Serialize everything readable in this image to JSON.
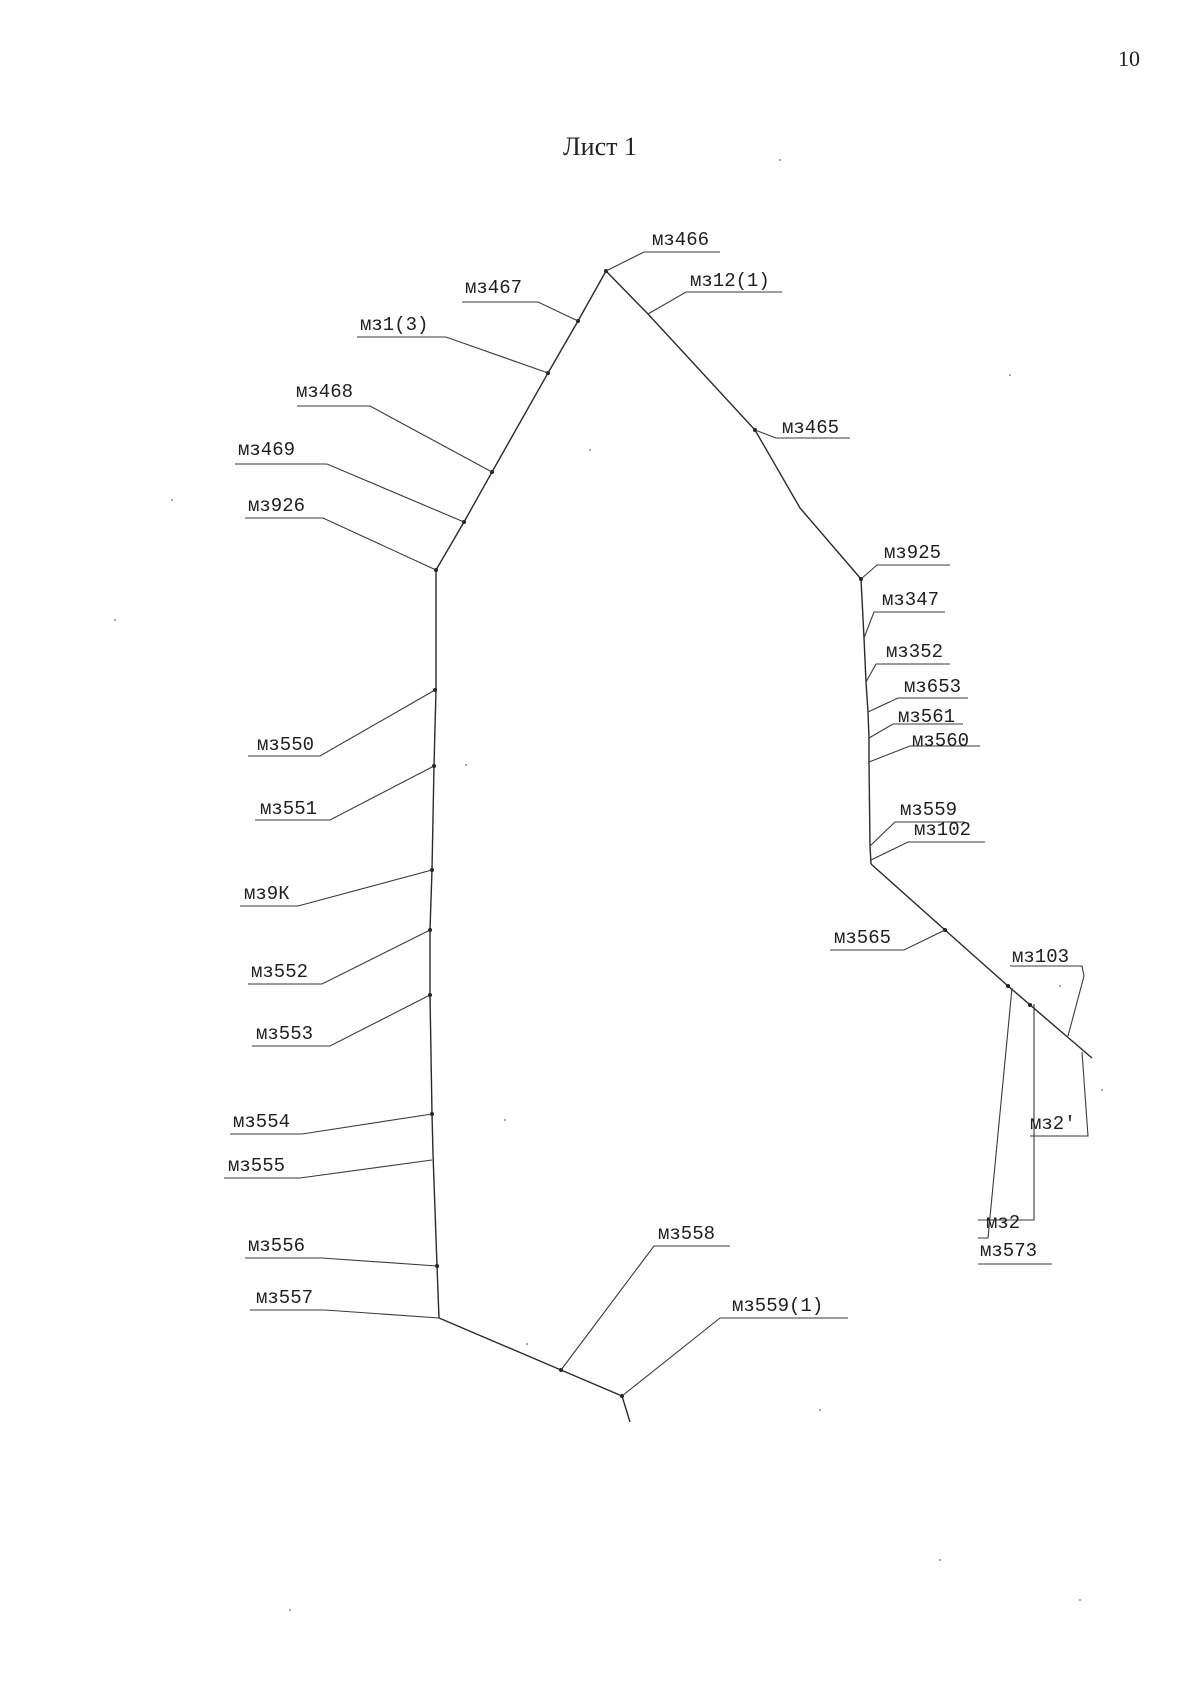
{
  "page": {
    "number": "10",
    "sheet_title": "Лист 1"
  },
  "labels": {
    "mz466": "мз466",
    "mz467": "мз467",
    "mz12_1": "мз12(1)",
    "mz1_3": "мз1(3)",
    "mz468": "мз468",
    "mz465": "мз465",
    "mz469": "мз469",
    "mz926": "мз926",
    "mz925": "мз925",
    "mz347": "мз347",
    "mz352": "мз352",
    "mz653": "мз653",
    "mz561": "мз561",
    "mz560": "мз560",
    "mz550": "мз550",
    "mz551": "мз551",
    "mz559": "мз559",
    "mz102": "мз102",
    "mz9k": "мз9К",
    "mz565": "мз565",
    "mz103": "мз103",
    "mz552": "мз552",
    "mz553": "мз553",
    "mz554": "мз554",
    "mz2p": "мз2'",
    "mz555": "мз555",
    "mz2": "мз2",
    "mz573": "мз573",
    "mz558": "мз558",
    "mz556": "мз556",
    "mz559_1": "мз559(1)",
    "mz557": "мз557"
  }
}
